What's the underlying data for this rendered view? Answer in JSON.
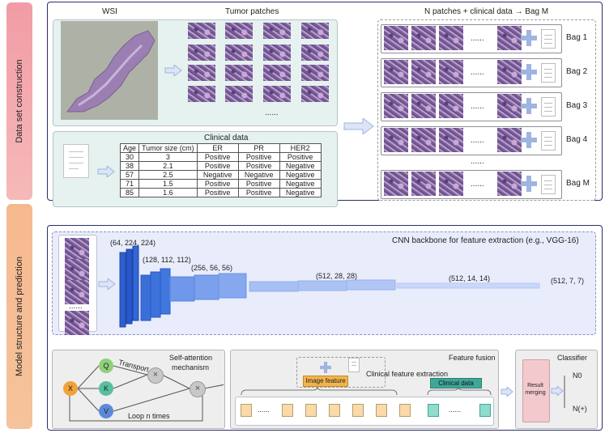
{
  "sections": {
    "top_label": "Data set construction",
    "bottom_label": "Model structure and prediction"
  },
  "wsi": {
    "title": "WSI"
  },
  "tumor": {
    "title": "Tumor patches",
    "ellipsis": "......"
  },
  "clinical": {
    "title": "Clinical data",
    "headers": [
      "Age",
      "Tumor size (cm)",
      "ER",
      "PR",
      "HER2"
    ],
    "rows": [
      [
        "30",
        "3",
        "Positive",
        "Positive",
        "Positive"
      ],
      [
        "38",
        "2.1",
        "Positive",
        "Positive",
        "Negative"
      ],
      [
        "57",
        "2.5",
        "Negative",
        "Negative",
        "Negative"
      ],
      [
        "71",
        "1.5",
        "Positive",
        "Positive",
        "Negative"
      ],
      [
        "85",
        "1.6",
        "Positive",
        "Positive",
        "Negative"
      ]
    ]
  },
  "bags": {
    "title": "N patches + clinical data → Bag M",
    "ellipsis": "......",
    "items": [
      "Bag 1",
      "Bag 2",
      "Bag 3",
      "Bag 4",
      "Bag M"
    ]
  },
  "cnn": {
    "title": "CNN backbone for feature extraction (e.g., VGG-16)",
    "input_ellipsis": "......",
    "shapes": [
      "(64, 224, 224)",
      "(128, 112, 112)",
      "(256, 56, 56)",
      "(512, 28, 28)",
      "(512, 14, 14)",
      "(512, 7, 7)"
    ]
  },
  "attention": {
    "title_line1": "Self-attention",
    "title_line2": "mechanism",
    "q": "Q",
    "k": "K",
    "v": "V",
    "x": "X",
    "transport": "Transport",
    "loop": "Loop n times",
    "times_symbol": "×"
  },
  "fusion": {
    "title": "Feature fusion",
    "image_feature": "Image feature",
    "clinical_extraction": "Clinical feature extraction",
    "clinical_data": "Clinical data",
    "ellipsis": "......"
  },
  "classifier": {
    "title": "Classifier",
    "merge": "Result merging",
    "n0": "N0",
    "n_plus": "N(+)"
  },
  "colors": {
    "section_top": "#f3a7ae",
    "section_bottom": "#f5b98a",
    "panel_border": "#2a2f66",
    "teal": "#e5f2ef",
    "blue_box": "#e9ecfb",
    "cnn_dark": "#2a57c9",
    "image_feature": "#f2b44e",
    "clinical_data": "#3fa79a",
    "merge": "#f4c9ce"
  }
}
